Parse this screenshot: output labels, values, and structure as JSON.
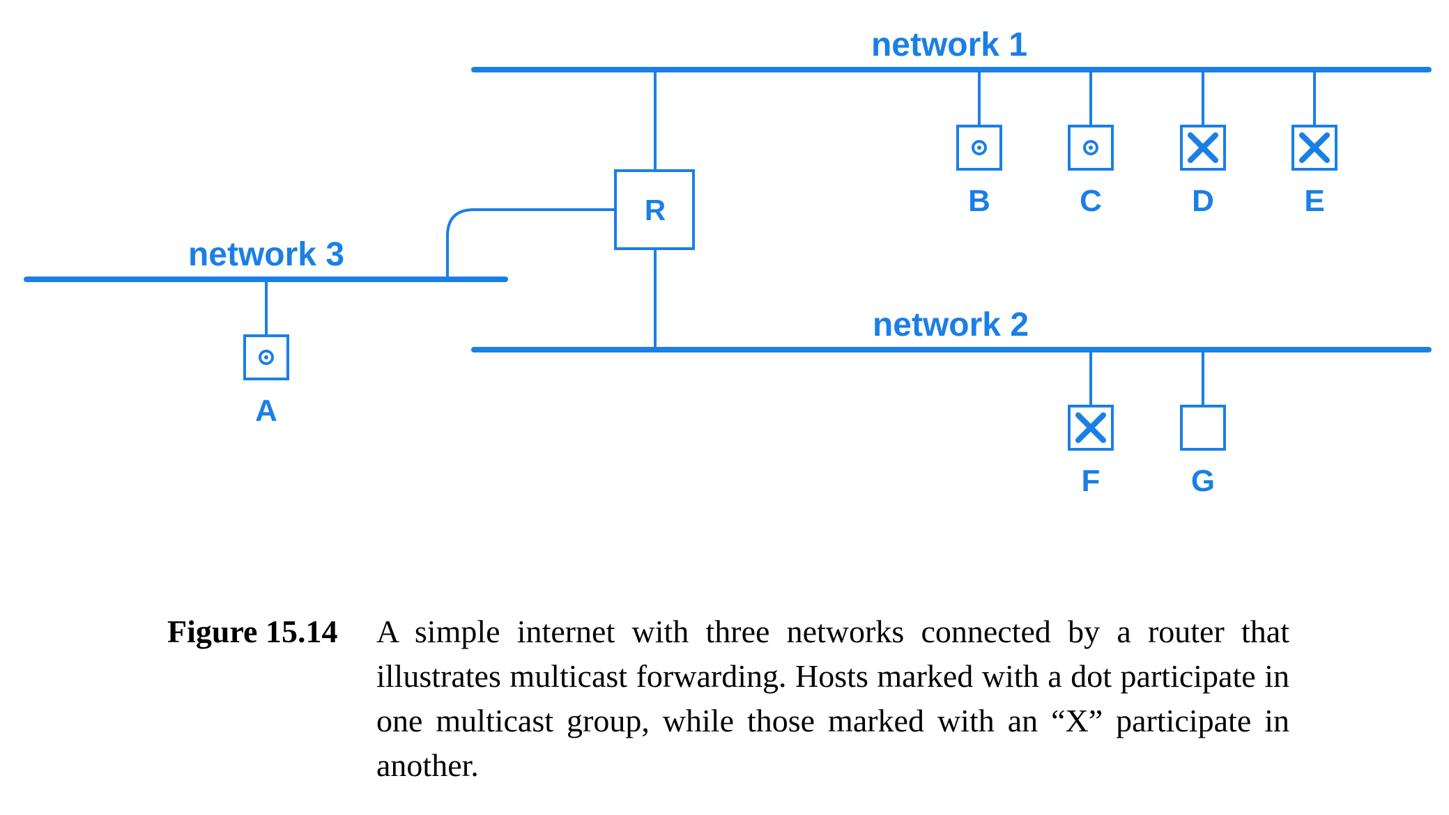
{
  "diagram": {
    "networks": [
      {
        "id": "network-1",
        "label": "network 1"
      },
      {
        "id": "network-2",
        "label": "network 2"
      },
      {
        "id": "network-3",
        "label": "network 3"
      }
    ],
    "router": {
      "label": "R"
    },
    "hosts": [
      {
        "label": "A",
        "network": "network 3",
        "marker": "dot"
      },
      {
        "label": "B",
        "network": "network 1",
        "marker": "dot"
      },
      {
        "label": "C",
        "network": "network 1",
        "marker": "dot"
      },
      {
        "label": "D",
        "network": "network 1",
        "marker": "x"
      },
      {
        "label": "E",
        "network": "network 1",
        "marker": "x"
      },
      {
        "label": "F",
        "network": "network 2",
        "marker": "x"
      },
      {
        "label": "G",
        "network": "network 2",
        "marker": "none"
      }
    ],
    "color": "#1a7fe6"
  },
  "caption": {
    "figure_label": "Figure 15.14",
    "text": "A simple internet with three networks connected by a router that illustrates multicast forwarding.  Hosts marked with a dot participate in one multicast group, while those marked with an “X” participate in another."
  }
}
